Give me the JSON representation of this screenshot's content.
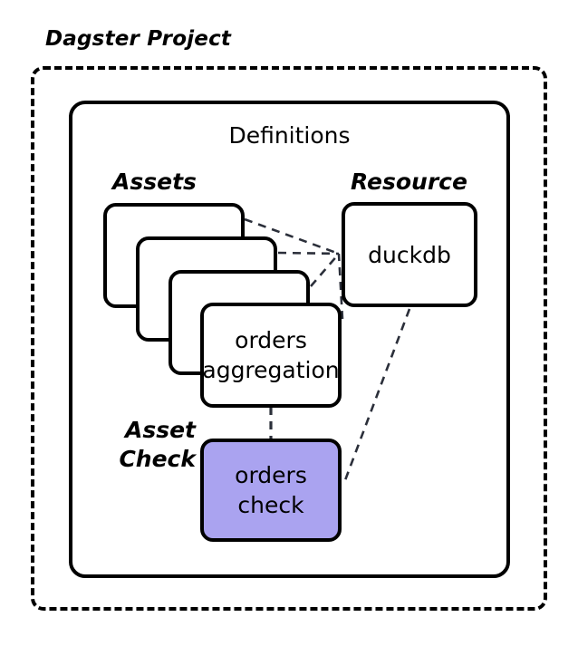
{
  "diagram": {
    "title": "Dagster Project",
    "inner_title": "Definitions",
    "groups": {
      "assets_label": "Assets",
      "resource_label": "Resource",
      "asset_check_label_line1": "Asset",
      "asset_check_label_line2": "Check"
    },
    "nodes": [
      {
        "id": "asset-card-1",
        "label": "",
        "kind": "asset",
        "fill": "#FFFFFF"
      },
      {
        "id": "asset-card-2",
        "label": "",
        "kind": "asset",
        "fill": "#FFFFFF"
      },
      {
        "id": "asset-card-3",
        "label": "",
        "kind": "asset",
        "fill": "#FFFFFF"
      },
      {
        "id": "asset-card-4",
        "label": "orders\naggregation",
        "kind": "asset",
        "fill": "#FFFFFF"
      },
      {
        "id": "duckdb",
        "label": "duckdb",
        "kind": "resource",
        "fill": "#FFFFFF"
      },
      {
        "id": "orders-check",
        "label": "orders\ncheck",
        "kind": "asset-check",
        "fill": "#AAA3F0"
      }
    ],
    "edges": [
      {
        "from": "asset-card-1",
        "to": "duckdb",
        "style": "dashed"
      },
      {
        "from": "asset-card-2",
        "to": "duckdb",
        "style": "dashed"
      },
      {
        "from": "asset-card-3",
        "to": "duckdb",
        "style": "dashed"
      },
      {
        "from": "asset-card-4",
        "to": "duckdb",
        "style": "dashed"
      },
      {
        "from": "asset-card-4",
        "to": "orders-check",
        "style": "dashed"
      },
      {
        "from": "duckdb",
        "to": "orders-check",
        "style": "dashed"
      }
    ],
    "colors": {
      "stroke": "#000000",
      "edge": "#2b2f3a",
      "check_fill": "#AAA3F0",
      "background": "#FFFFFF"
    }
  }
}
